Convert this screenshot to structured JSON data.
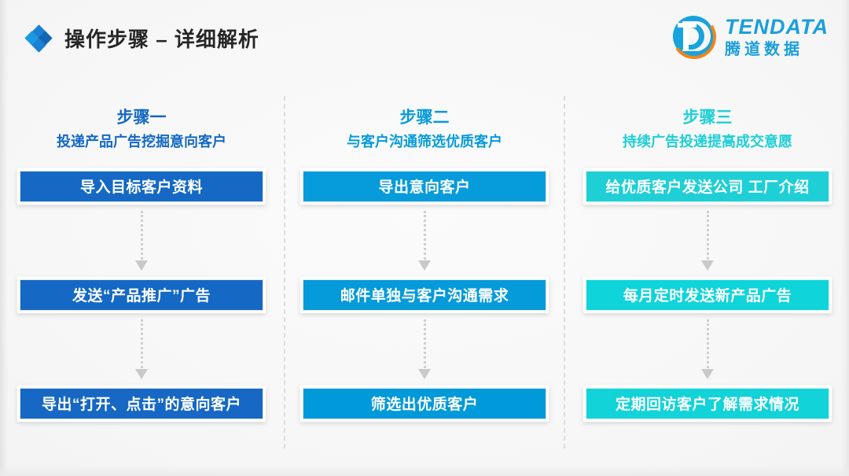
{
  "header": {
    "title": "操作步骤 – 详细解析",
    "diamond_icon": "diamond-cluster-icon",
    "logo": {
      "mark": "tendata-circle-d-logo-icon",
      "en": "TENDATA",
      "cn": "腾道数据"
    }
  },
  "colors": {
    "step1": "#1569c4",
    "step2": "#069bdb",
    "step3_row1": "#1ecfd6",
    "step3_row2": "#0fd4da",
    "step3_row3": "#11d3d8",
    "title": "#262626",
    "divider": "#dcdcdc",
    "connector": "#c9c9c9",
    "logo_blue": "#1a9fdb",
    "logo_orange": "#f08519"
  },
  "columns": [
    {
      "step_title": "步骤一",
      "step_sub": "投递产品广告挖掘意向客户",
      "color": "#1569c4",
      "nodes": [
        {
          "label": "导入目标客户资料",
          "color": "#1569c4"
        },
        {
          "label": "发送“产品推广”广告",
          "color": "#1568c4"
        },
        {
          "label": "导出“打开、点击”的意向客户",
          "color": "#1668c4"
        }
      ]
    },
    {
      "step_title": "步骤二",
      "step_sub": "与客户沟通筛选优质客户",
      "color": "#069bdb",
      "nodes": [
        {
          "label": "导出意向客户",
          "color": "#069bdb"
        },
        {
          "label": "邮件单独与客户沟通需求",
          "color": "#059ada"
        },
        {
          "label": "筛选出优质客户",
          "color": "#0099d9"
        }
      ]
    },
    {
      "step_title": "步骤三",
      "step_sub": "持续广告投递提高成交意愿",
      "color": "#1ecfd6",
      "nodes": [
        {
          "label": "给优质客户发送公司 工厂介绍",
          "color": "#1ecfd6"
        },
        {
          "label": "每月定时发送新产品广告",
          "color": "#0fd4da"
        },
        {
          "label": "定期回访客户了解需求情况",
          "color": "#11d3d8"
        }
      ]
    }
  ]
}
